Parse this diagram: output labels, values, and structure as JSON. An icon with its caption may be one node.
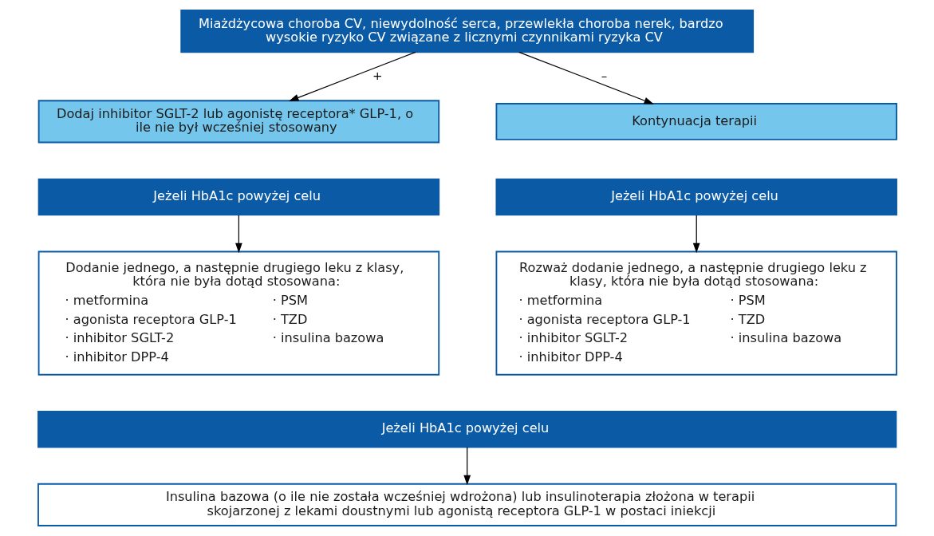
{
  "diagram": {
    "nodes": [
      {
        "text": [
          "Miażdżycowa choroba CV, niewydolność serca, przewlekła choroba nerek, bardzo wysokie ryzyko CV związane z licznymi czynnikami ryzyka CV"
        ]
      },
      {
        "text": [
          "Dodaj inhibitor SGLT-2 lub agonistę receptora* GLP-1, o ile nie był wcześniej stosowany"
        ]
      },
      {
        "text": [
          "Jeżeli HbA1c powyżej celu"
        ]
      },
      {
        "text": [
          "Kontynuacja terapii"
        ]
      },
      {
        "text": [
          "Jeżeli HbA1c powyżej celu"
        ]
      },
      {
        "text": [
          "Dodanie jednego, a następnie drugiego leku z klasy, która nie była dotąd stosowana:",
          "· metformina",
          "· agonista receptora GLP-1",
          "· inhibitor SGLT-2",
          "· inhibitor DPP-4",
          "· PSM",
          "· TZD",
          "· insulina bazowa"
        ]
      },
      {
        "text": [
          "Rozważ dodanie jednego, a następnie drugiego leku z klasy, która nie była dotąd stosowana:",
          "· metformina",
          "· agonista receptora GLP-1",
          "· inhibitor SGLT-2",
          "· inhibitor DPP-4",
          "· PSM",
          "· TZD",
          "· insulina bazowa"
        ]
      },
      {
        "text": [
          "Jeżeli HbA1c powyżej celu"
        ]
      },
      {
        "text": [
          "Insulina bazowa (o ile nie została wcześniej wdrożona) lub insulinoterapia złożona w terapii skojarzonej z lekami doustnymi lub agonistą receptora GLP-1 w postaci iniekcji"
        ]
      }
    ],
    "edges": [
      {
        "from": 0,
        "to": 1,
        "arrow": "to",
        "label": "+"
      },
      {
        "from": 0,
        "to": 3,
        "arrow": "to",
        "label": "–"
      },
      {
        "from": 2,
        "to": 5,
        "arrow": "to"
      },
      {
        "from": 4,
        "to": 6,
        "arrow": "to"
      },
      {
        "from": 7,
        "to": 8,
        "arrow": "to"
      }
    ]
  }
}
